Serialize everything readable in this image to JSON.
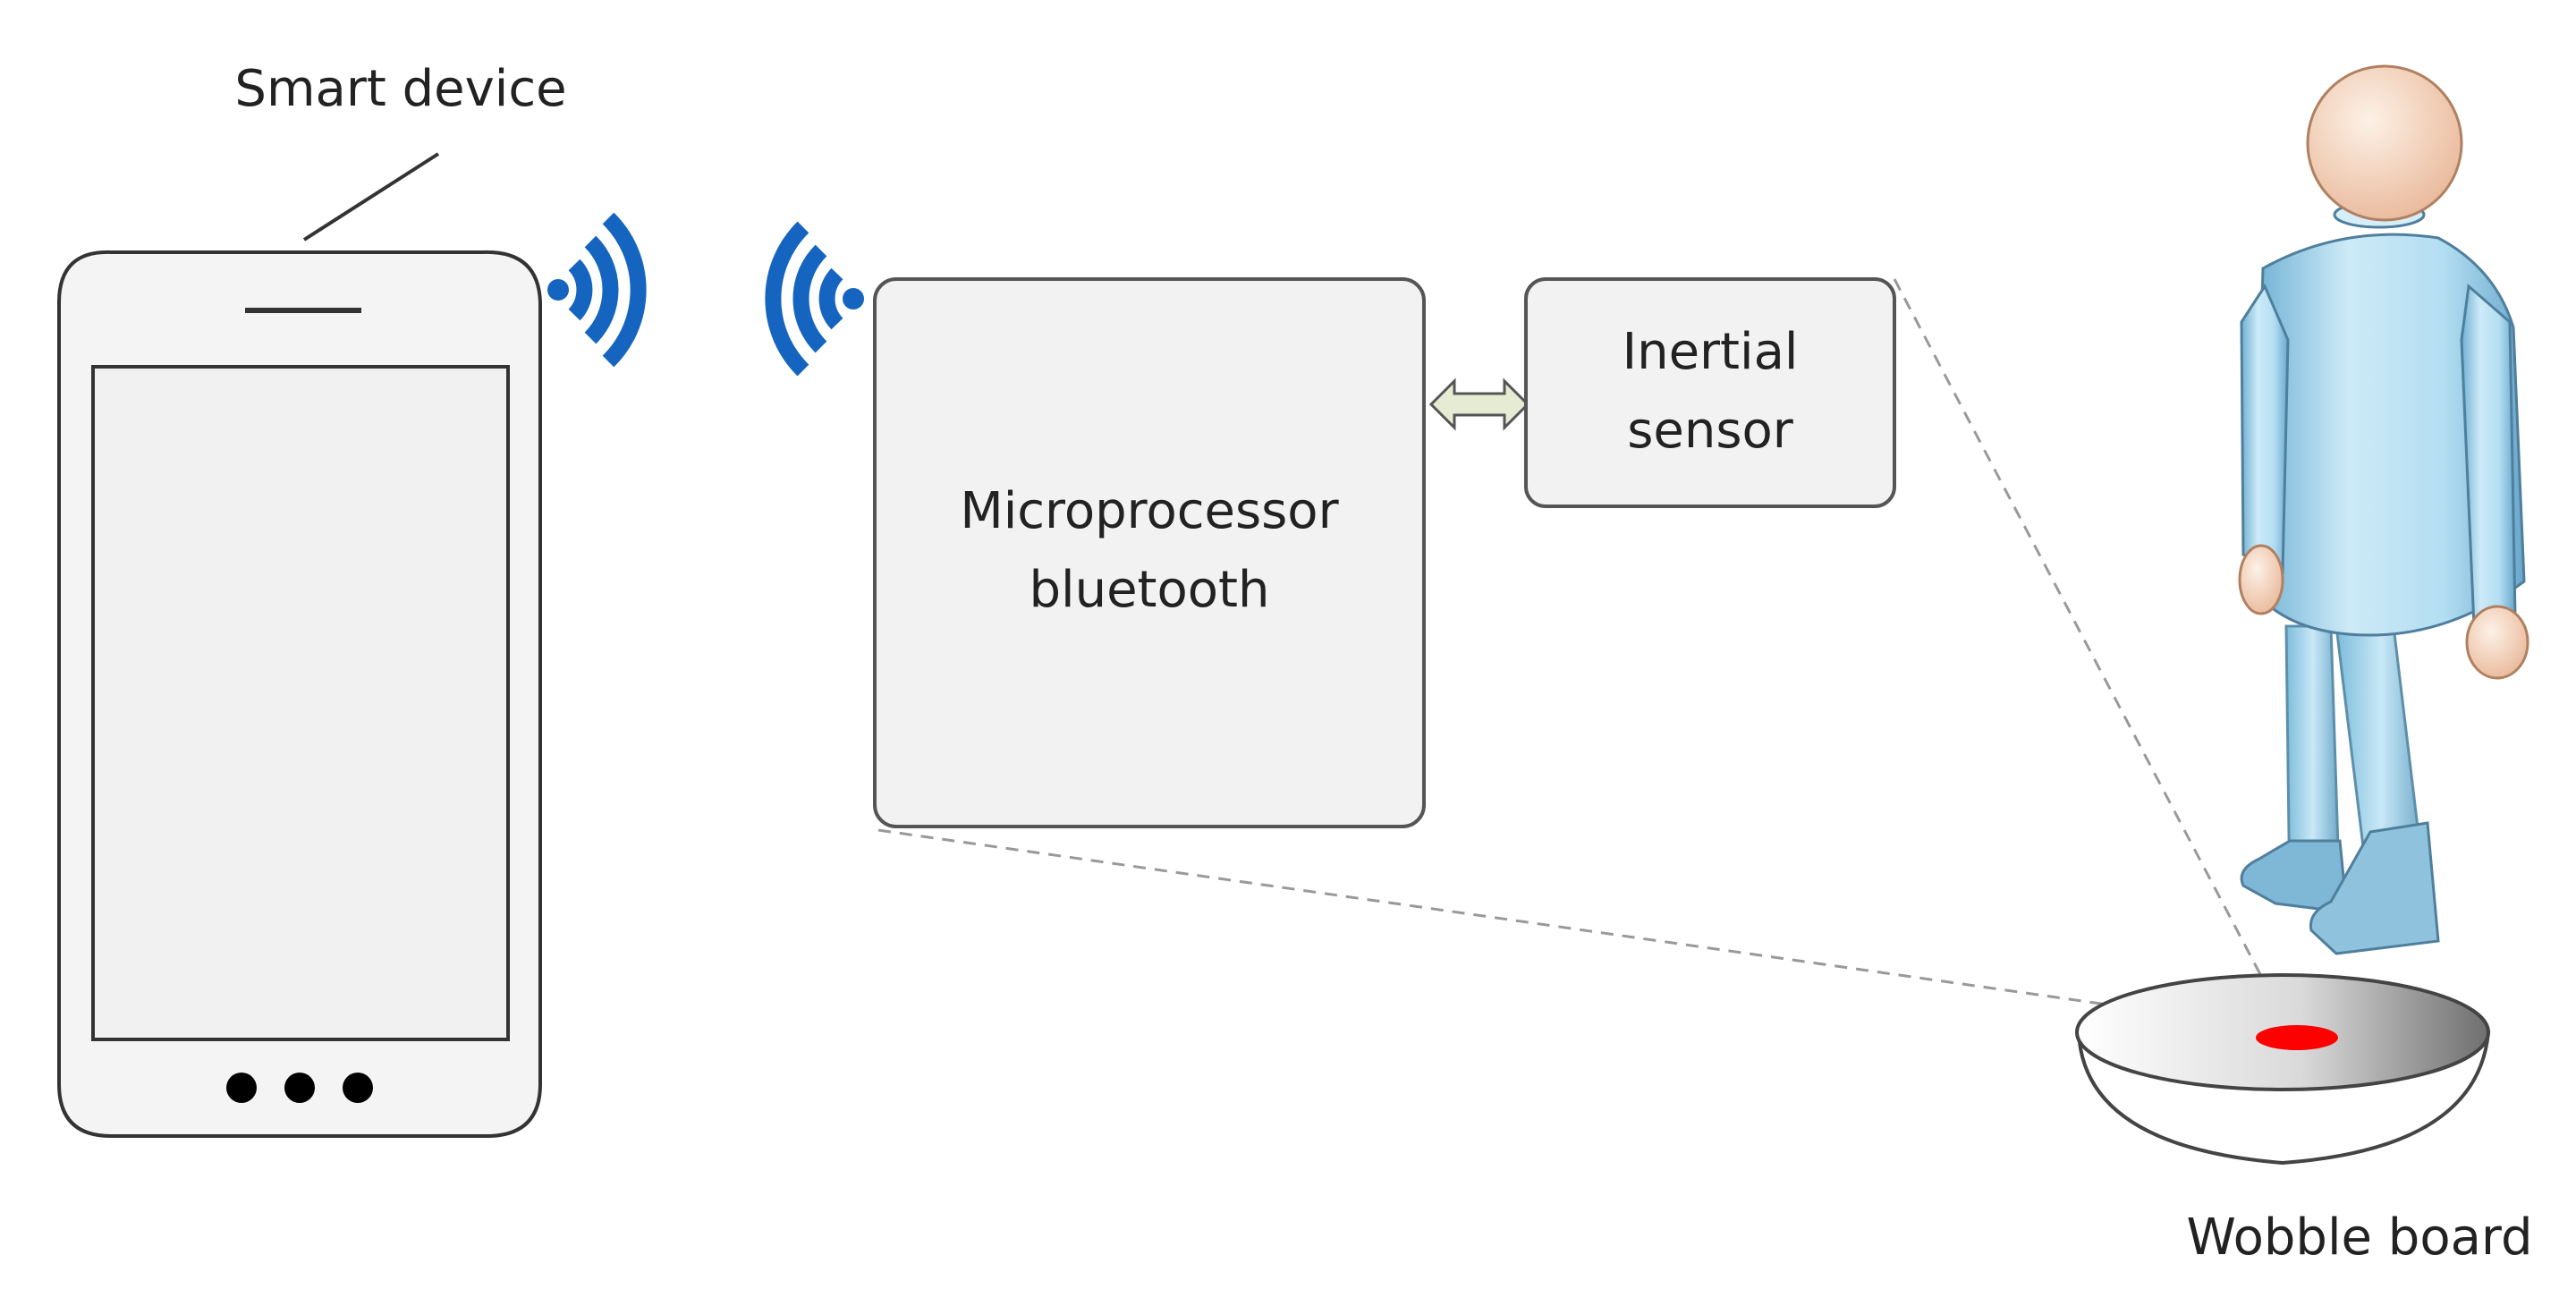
{
  "labels": {
    "smart_device": "Smart device",
    "microprocessor_line1": "Microprocessor",
    "microprocessor_line2": "bluetooth",
    "inertial_line1": "Inertial",
    "inertial_line2": "sensor",
    "wobble_board": "Wobble board"
  },
  "colors": {
    "bluetooth_waves": "#1565c0",
    "box_fill": "#f2f2f2",
    "box_stroke": "#555555",
    "sensor_marker": "#ff0000",
    "person_body": "#a9d8ee",
    "person_skin": "#f4d9c6"
  },
  "icons": {
    "phone": "smartphone-icon",
    "signal_phone": "wireless-signal-icon",
    "signal_processor": "wireless-signal-icon",
    "link": "double-arrow-icon",
    "person": "person-icon",
    "board": "wobble-board-icon"
  }
}
